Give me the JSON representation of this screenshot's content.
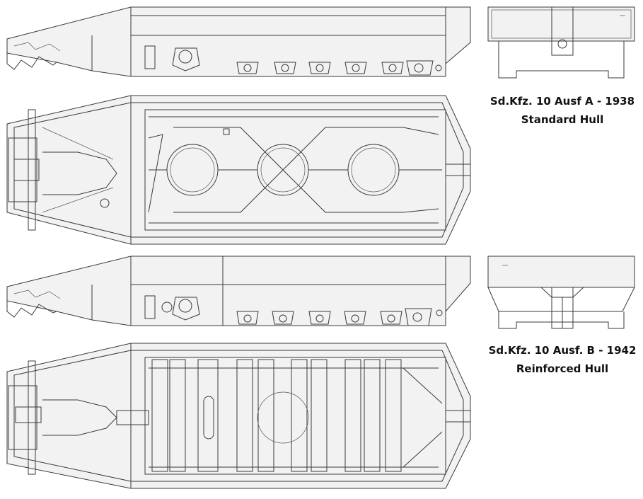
{
  "labels": {
    "ausf_a": {
      "line1": "Sd.Kfz. 10 Ausf A - 1938",
      "line2": "Standard Hull"
    },
    "ausf_b": {
      "line1": "Sd.Kfz. 10 Ausf. B - 1942",
      "line2": "Reinforced Hull"
    }
  }
}
